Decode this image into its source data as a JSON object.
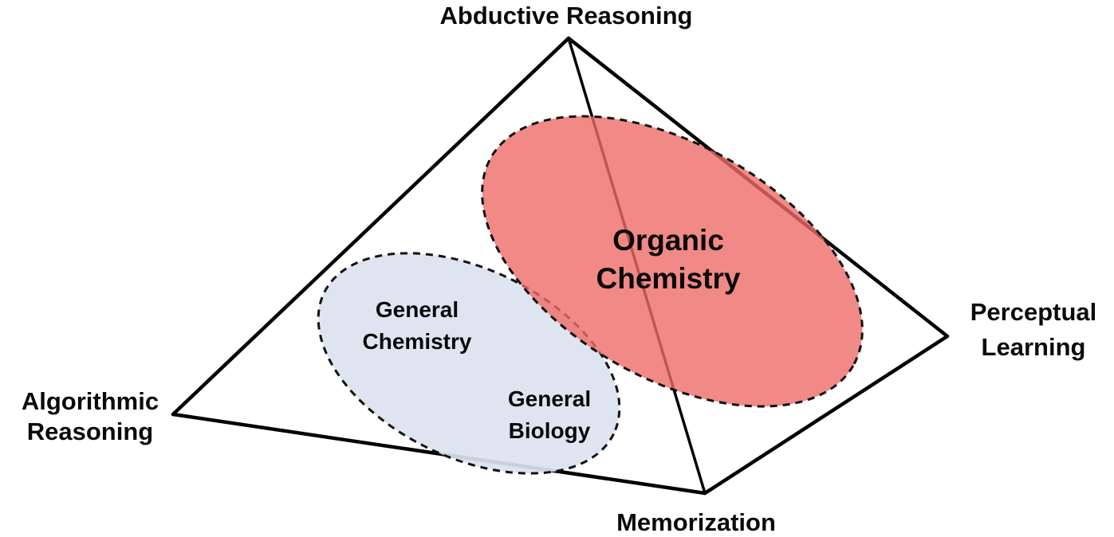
{
  "figure": {
    "background": "#ffffff",
    "edge_color": "#000000",
    "vertices": {
      "top": {
        "label": "Abductive Reasoning"
      },
      "left": {
        "line1": "Algorithmic",
        "line2": "Reasoning"
      },
      "right": {
        "line1": "Perceptual",
        "line2": "Learning"
      },
      "bottom": {
        "label": "Memorization"
      }
    },
    "regions": {
      "general_cluster": {
        "fill": "#dbe3f0",
        "stroke": "#111111",
        "labels": [
          {
            "line1": "General",
            "line2": "Chemistry"
          },
          {
            "line1": "General",
            "line2": "Biology"
          }
        ]
      },
      "organic_cluster": {
        "fill": "#ee6b68",
        "stroke": "#111111",
        "label": {
          "line1": "Organic",
          "line2": "Chemistry"
        }
      }
    }
  }
}
